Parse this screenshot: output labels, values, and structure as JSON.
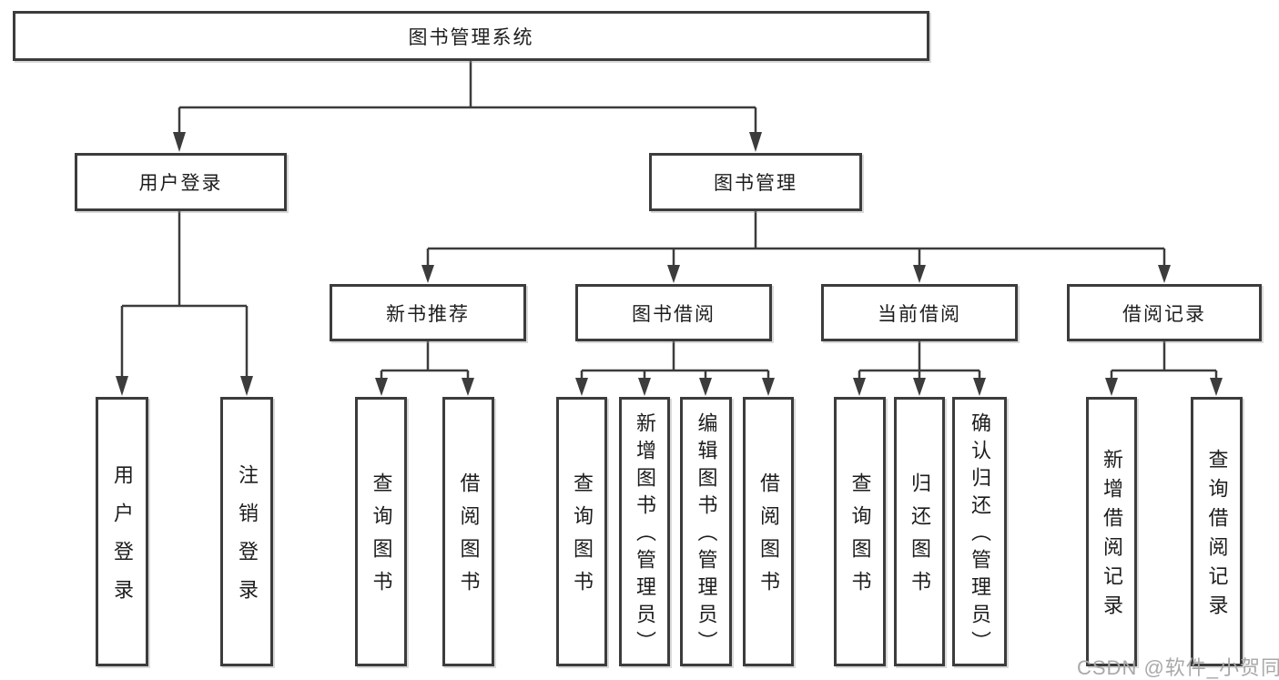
{
  "nodes": {
    "root": "图书管理系统",
    "user_login": "用户登录",
    "book_mgmt": "图书管理",
    "new_book_rec": "新书推荐",
    "book_borrow": "图书借阅",
    "current_borrow": "当前借阅",
    "borrow_record": "借阅记录",
    "leaf_user_login": "用户登录",
    "leaf_logout": "注销登录",
    "leaf_nb_query": "查询图书",
    "leaf_nb_borrow": "借阅图书",
    "leaf_bb_query": "查询图书",
    "leaf_bb_add": "新增图书（管理员）",
    "leaf_bb_edit": "编辑图书（管理员）",
    "leaf_bb_borrow": "借阅图书",
    "leaf_cb_query": "查询图书",
    "leaf_cb_return": "归还图书",
    "leaf_cb_confirm": "确认归还（管理员）",
    "leaf_br_add": "新增借阅记录",
    "leaf_br_query": "查询借阅记录"
  },
  "hierarchy": {
    "图书管理系统": {
      "用户登录": [
        "用户登录",
        "注销登录"
      ],
      "图书管理": {
        "新书推荐": [
          "查询图书",
          "借阅图书"
        ],
        "图书借阅": [
          "查询图书",
          "新增图书（管理员）",
          "编辑图书（管理员）",
          "借阅图书"
        ],
        "当前借阅": [
          "查询图书",
          "归还图书",
          "确认归还（管理员）"
        ],
        "借阅记录": [
          "新增借阅记录",
          "查询借阅记录"
        ]
      }
    }
  },
  "watermark": {
    "text": "CSDN @软件_小贺同学",
    "color": "#a9a9a9"
  },
  "colors": {
    "line": "#3c3c3c",
    "box_border": "#3c3c3c",
    "text": "#1d1d1d",
    "background": "#ffffff"
  }
}
